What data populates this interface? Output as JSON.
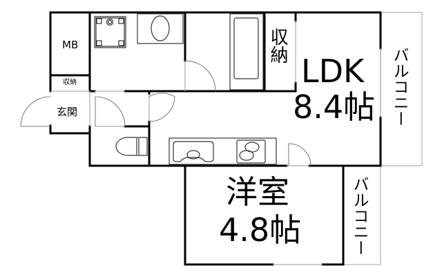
{
  "floor_plan": {
    "rooms": {
      "mb": {
        "label": "MB"
      },
      "storage_small": {
        "label": "収納"
      },
      "entrance": {
        "label": "玄関"
      },
      "storage_closet": {
        "label": "収納"
      },
      "ldk": {
        "label": "LDK",
        "size": "8.4帖"
      },
      "western_room": {
        "label": "洋室",
        "size": "4.8帖"
      },
      "balcony_1": {
        "label": "バルコニー"
      },
      "balcony_2": {
        "label": "バルコニー"
      }
    },
    "fixtures": [
      "washing-machine-pan",
      "washbasin",
      "bathtub",
      "toilet",
      "kitchen-sink",
      "stove"
    ],
    "colors": {
      "wall": "#000000",
      "fixture": "#333333",
      "thin_line": "#aaaaaa",
      "background": "#ffffff"
    }
  }
}
